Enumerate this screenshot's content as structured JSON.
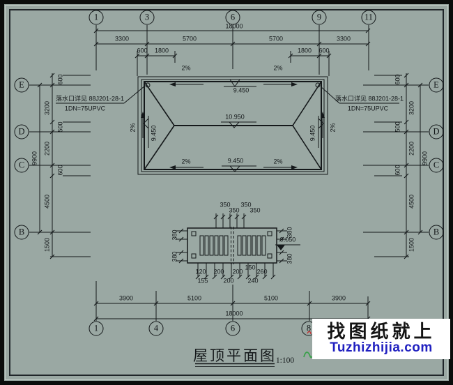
{
  "drawing": {
    "title": "屋顶平面图",
    "scale": "1:100"
  },
  "watermark": {
    "line1": "找图纸就上",
    "line2": "Tuzhizhijia.com"
  },
  "axes": {
    "top": [
      "1",
      "3",
      "6",
      "9",
      "11"
    ],
    "bottom": [
      "1",
      "4",
      "6",
      "8"
    ],
    "left": [
      "E",
      "D",
      "C",
      "B"
    ],
    "right": [
      "E",
      "D",
      "C",
      "B"
    ]
  },
  "dims": {
    "total": "18000",
    "top_segments": [
      "3300",
      "5700",
      "5700",
      "3300"
    ],
    "top_left_sub": [
      "600",
      "1800"
    ],
    "top_right_sub": [
      "1800",
      "600"
    ],
    "bottom_segments": [
      "3900",
      "5100",
      "5100",
      "3900"
    ],
    "side_total": "9900",
    "side_segments": [
      "3200",
      "2200",
      "4500"
    ],
    "side_small": [
      "600",
      "500",
      "600"
    ],
    "side_below": "1500"
  },
  "roof": {
    "slope": "2%",
    "eave_level": "9.450",
    "ridge_level": "10.950",
    "outlet_note": "落水口详见 88J201-28-1",
    "outlet_pipe": "1DN=75UPVC"
  },
  "detail": {
    "level": "9.050",
    "dim_350": "350",
    "dim_380": "380",
    "bottom_row1": [
      "120",
      "200",
      "200",
      "150",
      "260"
    ],
    "bottom_row2": [
      "155",
      "200",
      "240"
    ]
  },
  "colors": {
    "paper": "#9aa8a3",
    "ink": "#14181a",
    "wm_link": "#2020c0",
    "mark_green": "#3aa04a"
  }
}
